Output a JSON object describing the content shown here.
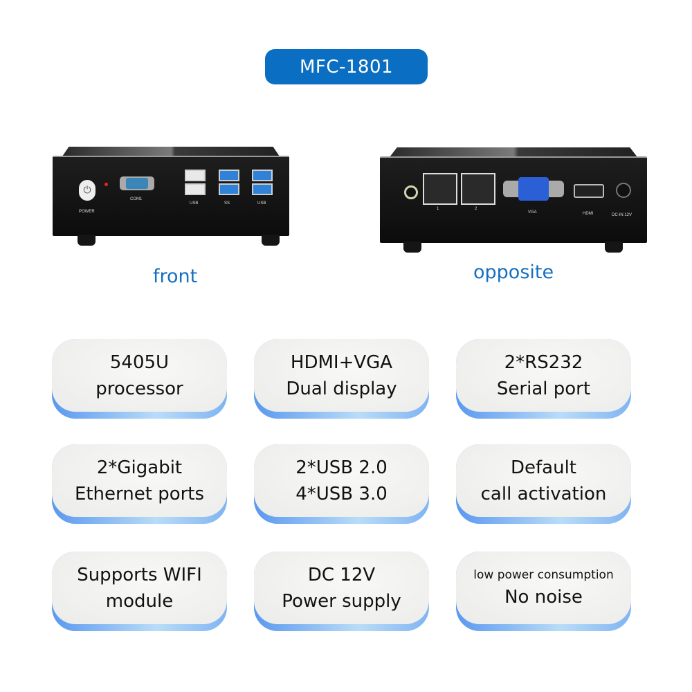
{
  "title": "MFC-1801",
  "front": {
    "caption": "front",
    "labels": {
      "power": "POWER",
      "com": "COM1",
      "usb": "USB",
      "usb3": "SS"
    }
  },
  "opposite": {
    "caption": "opposite",
    "labels": {
      "lan1": "1",
      "lan2": "2",
      "vga": "VGA",
      "hdmi": "HDMI",
      "dc": "DC-IN 12V"
    }
  },
  "colors": {
    "accent": "#0a6fc2",
    "card_edge": "#5a98ef"
  },
  "features": [
    {
      "line1": "5405U",
      "line2": "processor"
    },
    {
      "line1": "HDMI+VGA",
      "line2": "Dual display"
    },
    {
      "line1": "2*RS232",
      "line2": "Serial port"
    },
    {
      "line1": "2*Gigabit",
      "line2": "Ethernet ports"
    },
    {
      "line1": "2*USB 2.0",
      "line2": "4*USB 3.0"
    },
    {
      "line1": "Default",
      "line2": "call activation"
    },
    {
      "line1": "Supports WIFI",
      "line2": "module"
    },
    {
      "line1": "DC 12V",
      "line2": "Power supply"
    },
    {
      "line1": "low power consumption",
      "line2": "No noise"
    }
  ]
}
